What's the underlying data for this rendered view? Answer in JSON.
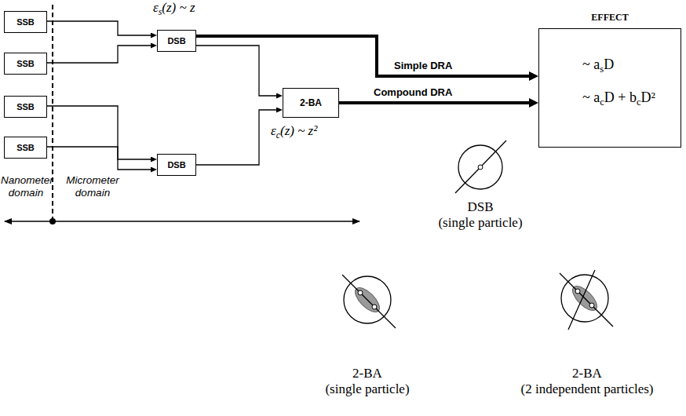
{
  "diagram": {
    "nodes": [
      {
        "text": [
          "SSB"
        ]
      },
      {
        "text": [
          "SSB"
        ]
      },
      {
        "text": [
          "SSB"
        ]
      },
      {
        "text": [
          "SSB"
        ]
      },
      {
        "text": [
          "DSB"
        ]
      },
      {
        "text": [
          "DSB"
        ]
      },
      {
        "text": [
          "2-BA"
        ]
      },
      {
        "text": [
          "EFFECT",
          "~ asD",
          "~ acD + bcD²"
        ]
      }
    ],
    "edges": [
      {
        "from": 0,
        "to": 4,
        "arrow": "to"
      },
      {
        "from": 1,
        "to": 4,
        "arrow": "to"
      },
      {
        "from": 2,
        "to": 5,
        "arrow": "to"
      },
      {
        "from": 3,
        "to": 5,
        "arrow": "to"
      },
      {
        "from": 4,
        "to": 6,
        "arrow": "to"
      },
      {
        "from": 5,
        "to": 6,
        "arrow": "to"
      },
      {
        "from": 4,
        "to": 7,
        "label": "Simple DRA",
        "arrow": "to"
      },
      {
        "from": 6,
        "to": 7,
        "label": "Compound DRA",
        "arrow": "to"
      }
    ],
    "labels": [
      "εs(z) ~ z",
      "εc(z) ~ z²",
      "Nanometer domain",
      "Micrometer domain",
      "DSB (single particle)",
      "2-BA (single particle)",
      "2-BA (2 independent particles)"
    ]
  }
}
